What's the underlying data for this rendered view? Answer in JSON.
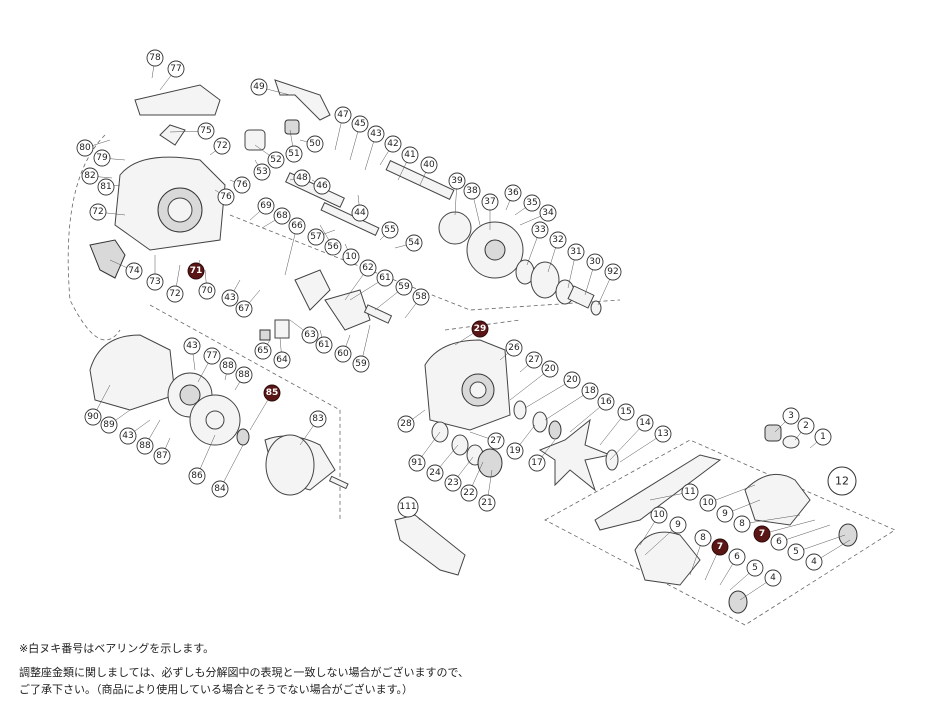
{
  "group_label": "12",
  "callouts": [
    {
      "label": "78",
      "filled": false
    },
    {
      "label": "77",
      "filled": false
    },
    {
      "label": "49",
      "filled": false
    },
    {
      "label": "75",
      "filled": false
    },
    {
      "label": "47",
      "filled": false
    },
    {
      "label": "45",
      "filled": false
    },
    {
      "label": "43",
      "filled": false
    },
    {
      "label": "80",
      "filled": false
    },
    {
      "label": "72",
      "filled": false
    },
    {
      "label": "52",
      "filled": false
    },
    {
      "label": "51",
      "filled": false
    },
    {
      "label": "50",
      "filled": false
    },
    {
      "label": "42",
      "filled": false
    },
    {
      "label": "79",
      "filled": false
    },
    {
      "label": "82",
      "filled": false
    },
    {
      "label": "81",
      "filled": false
    },
    {
      "label": "76",
      "filled": false
    },
    {
      "label": "53",
      "filled": false
    },
    {
      "label": "76",
      "filled": false
    },
    {
      "label": "48",
      "filled": false
    },
    {
      "label": "46",
      "filled": false
    },
    {
      "label": "41",
      "filled": false
    },
    {
      "label": "40",
      "filled": false
    },
    {
      "label": "39",
      "filled": false
    },
    {
      "label": "38",
      "filled": false
    },
    {
      "label": "36",
      "filled": false
    },
    {
      "label": "35",
      "filled": false
    },
    {
      "label": "37",
      "filled": false
    },
    {
      "label": "34",
      "filled": false
    },
    {
      "label": "44",
      "filled": false
    },
    {
      "label": "72",
      "filled": false
    },
    {
      "label": "69",
      "filled": false
    },
    {
      "label": "68",
      "filled": false
    },
    {
      "label": "66",
      "filled": false
    },
    {
      "label": "57",
      "filled": false
    },
    {
      "label": "55",
      "filled": false
    },
    {
      "label": "33",
      "filled": false
    },
    {
      "label": "32",
      "filled": false
    },
    {
      "label": "56",
      "filled": false
    },
    {
      "label": "54",
      "filled": false
    },
    {
      "label": "31",
      "filled": false
    },
    {
      "label": "10",
      "filled": false
    },
    {
      "label": "30",
      "filled": false
    },
    {
      "label": "92",
      "filled": false
    },
    {
      "label": "71",
      "filled": true
    },
    {
      "label": "74",
      "filled": false
    },
    {
      "label": "62",
      "filled": false
    },
    {
      "label": "61",
      "filled": false
    },
    {
      "label": "73",
      "filled": false
    },
    {
      "label": "72",
      "filled": false
    },
    {
      "label": "70",
      "filled": false
    },
    {
      "label": "43",
      "filled": false
    },
    {
      "label": "67",
      "filled": false
    },
    {
      "label": "59",
      "filled": false
    },
    {
      "label": "58",
      "filled": false
    },
    {
      "label": "29",
      "filled": true
    },
    {
      "label": "63",
      "filled": false
    },
    {
      "label": "61",
      "filled": false
    },
    {
      "label": "60",
      "filled": false
    },
    {
      "label": "26",
      "filled": false
    },
    {
      "label": "65",
      "filled": false
    },
    {
      "label": "64",
      "filled": false
    },
    {
      "label": "59",
      "filled": false
    },
    {
      "label": "27",
      "filled": false
    },
    {
      "label": "43",
      "filled": false
    },
    {
      "label": "77",
      "filled": false
    },
    {
      "label": "88",
      "filled": false
    },
    {
      "label": "20",
      "filled": false
    },
    {
      "label": "20",
      "filled": false
    },
    {
      "label": "88",
      "filled": false
    },
    {
      "label": "18",
      "filled": false
    },
    {
      "label": "85",
      "filled": true
    },
    {
      "label": "16",
      "filled": false
    },
    {
      "label": "15",
      "filled": false
    },
    {
      "label": "90",
      "filled": false
    },
    {
      "label": "89",
      "filled": false
    },
    {
      "label": "43",
      "filled": false
    },
    {
      "label": "83",
      "filled": false
    },
    {
      "label": "14",
      "filled": false
    },
    {
      "label": "88",
      "filled": false
    },
    {
      "label": "28",
      "filled": false
    },
    {
      "label": "19",
      "filled": false
    },
    {
      "label": "13",
      "filled": false
    },
    {
      "label": "87",
      "filled": false
    },
    {
      "label": "27",
      "filled": false
    },
    {
      "label": "17",
      "filled": false
    },
    {
      "label": "3",
      "filled": false
    },
    {
      "label": "2",
      "filled": false
    },
    {
      "label": "1",
      "filled": false
    },
    {
      "label": "91",
      "filled": false
    },
    {
      "label": "24",
      "filled": false
    },
    {
      "label": "86",
      "filled": false
    },
    {
      "label": "23",
      "filled": false
    },
    {
      "label": "22",
      "filled": false
    },
    {
      "label": "21",
      "filled": false
    },
    {
      "label": "84",
      "filled": false
    },
    {
      "label": "11",
      "filled": false
    },
    {
      "label": "10",
      "filled": false
    },
    {
      "label": "9",
      "filled": false
    },
    {
      "label": "8",
      "filled": false
    },
    {
      "label": "7",
      "filled": true
    },
    {
      "label": "6",
      "filled": false
    },
    {
      "label": "5",
      "filled": false
    },
    {
      "label": "4",
      "filled": false
    },
    {
      "label": "111",
      "filled": false
    },
    {
      "label": "10",
      "filled": false
    },
    {
      "label": "9",
      "filled": false
    },
    {
      "label": "8",
      "filled": false
    },
    {
      "label": "7",
      "filled": true
    },
    {
      "label": "6",
      "filled": false
    },
    {
      "label": "5",
      "filled": false
    },
    {
      "label": "4",
      "filled": false
    }
  ],
  "notes": {
    "line1": "※白ヌキ番号はベアリングを示します。",
    "line2": "調整座金類に関しましては、必ずしも分解図中の表現と一致しない場合がございますので、",
    "line3": "ご了承下さい。（商品により使用している場合とそうでない場合がございます。）"
  },
  "colors": {
    "bearing_marker": "#5a1515",
    "line_art": "#444444"
  }
}
